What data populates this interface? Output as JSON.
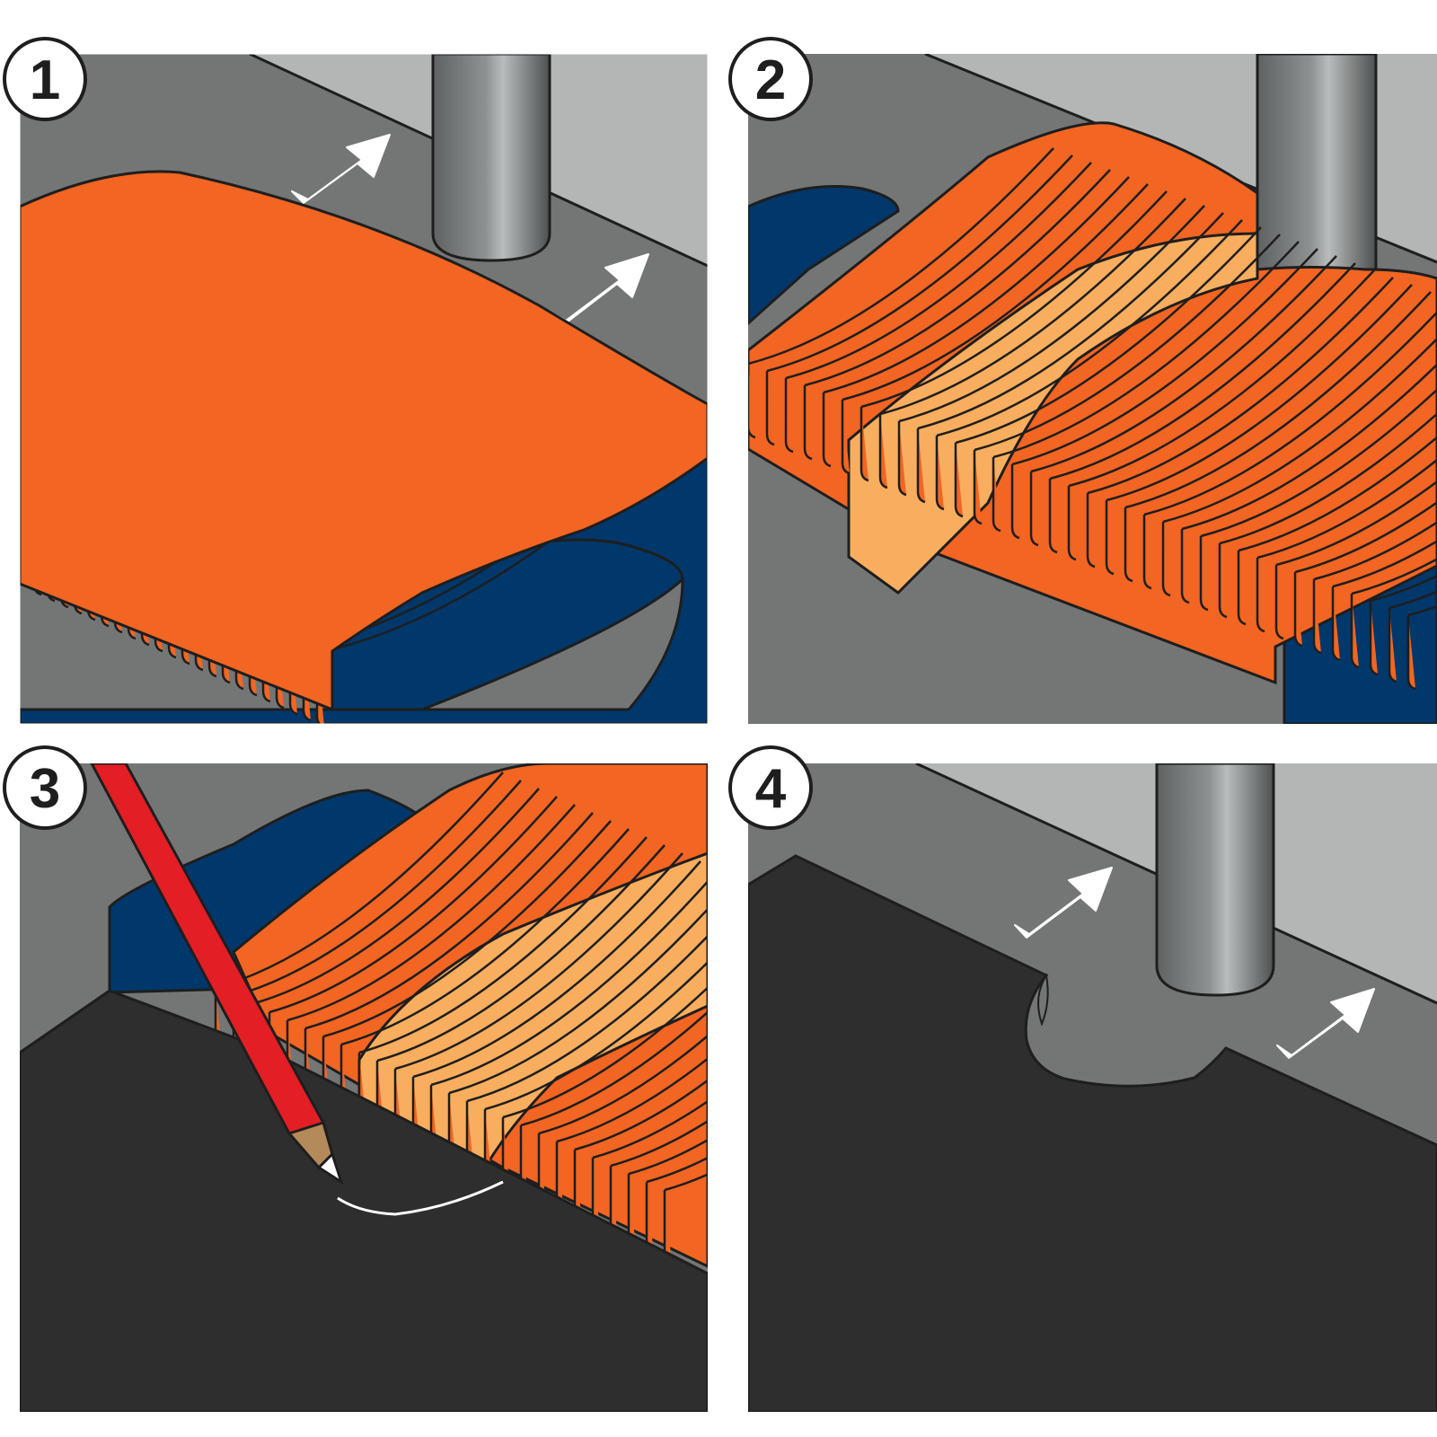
{
  "steps": [
    {
      "number": "1"
    },
    {
      "number": "2"
    },
    {
      "number": "3"
    },
    {
      "number": "4"
    }
  ],
  "colors": {
    "wall": "#b4b6b6",
    "table": "#747676",
    "gauge_orange": "#f26522",
    "gauge_light": "#f8ae5e",
    "handle_blue": "#00386c",
    "pencil_red": "#e31e25",
    "material_dark": "#2e2e2e",
    "outline": "#1e1e1e"
  },
  "icons": {
    "panel1": [
      "drill-bit-icon",
      "push-arrow-icon",
      "contour-gauge-icon"
    ],
    "panel2": [
      "drill-bit-icon",
      "contour-gauge-icon"
    ],
    "panel3": [
      "pencil-icon",
      "contour-gauge-icon",
      "traced-line-icon"
    ],
    "panel4": [
      "drill-bit-icon",
      "push-arrow-icon",
      "cut-material-icon"
    ]
  }
}
